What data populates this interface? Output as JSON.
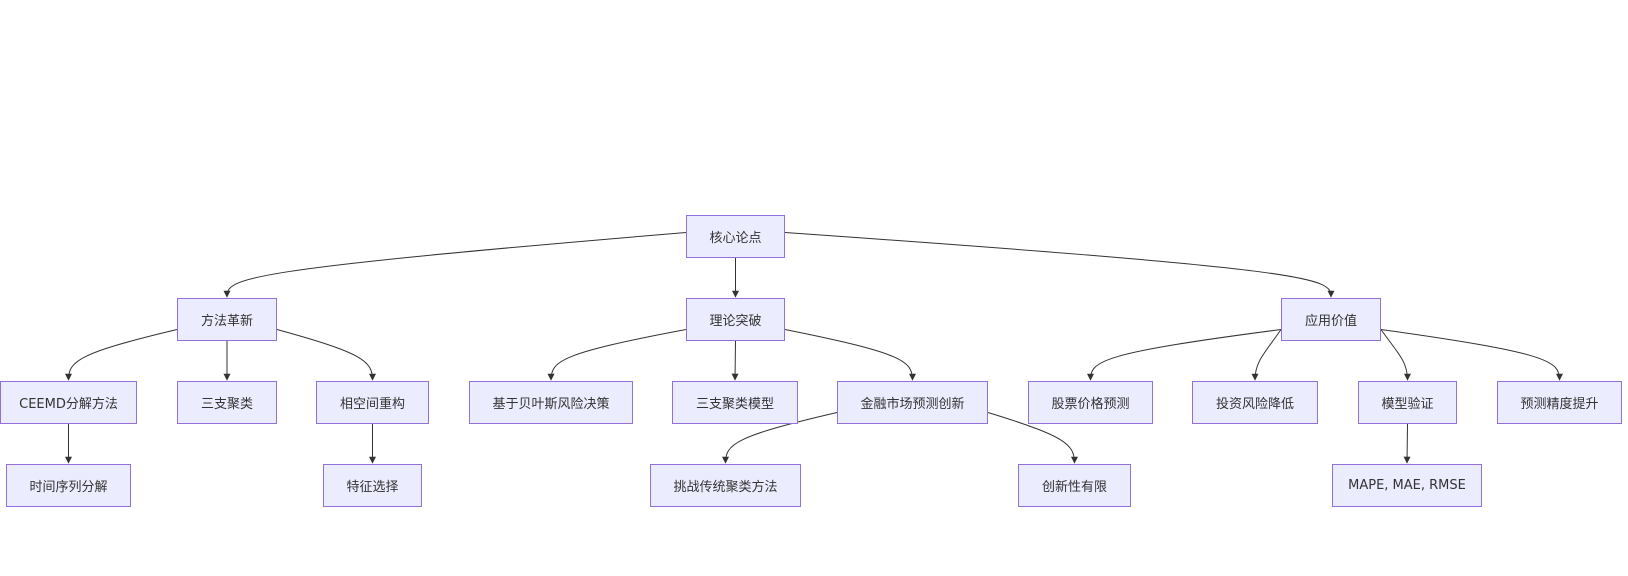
{
  "diagram": {
    "root": {
      "label": "核心论点"
    },
    "branches": [
      {
        "label": "方法革新",
        "children": [
          {
            "label": "CEEMD分解方法",
            "children": [
              {
                "label": "时间序列分解"
              }
            ]
          },
          {
            "label": "三支聚类"
          },
          {
            "label": "相空间重构",
            "children": [
              {
                "label": "特征选择"
              }
            ]
          }
        ]
      },
      {
        "label": "理论突破",
        "children": [
          {
            "label": "基于贝叶斯风险决策"
          },
          {
            "label": "三支聚类模型"
          },
          {
            "label": "金融市场预测创新",
            "children": [
              {
                "label": "挑战传统聚类方法"
              },
              {
                "label": "创新性有限"
              }
            ]
          }
        ]
      },
      {
        "label": "应用价值",
        "children": [
          {
            "label": "股票价格预测"
          },
          {
            "label": "投资风险降低"
          },
          {
            "label": "模型验证",
            "children": [
              {
                "label": "MAPE, MAE, RMSE"
              }
            ]
          },
          {
            "label": "预测精度提升"
          }
        ]
      }
    ]
  }
}
